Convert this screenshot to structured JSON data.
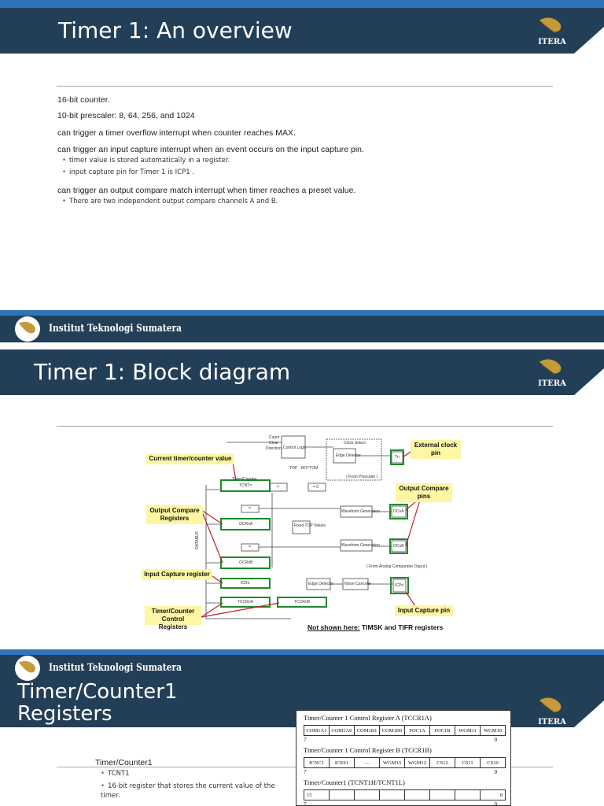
{
  "slide1": {
    "title": "Timer 1: An overview",
    "logo_text": "ITERA",
    "items": [
      "16-bit counter.",
      "10-bit prescaler: 8, 64, 256, and 1024",
      "can trigger a timer overflow interrupt when counter reaches MAX.",
      "can trigger an input capture interrupt when an event occurs on the input capture pin."
    ],
    "sub_items_a": [
      "timer value is stored automatically in a register.",
      "input capture pin for Timer 1 is ICP1 ."
    ],
    "item5": "can trigger an output compare match interrupt when timer reaches a preset value.",
    "sub_item_b": "There are two independent output compare channels A and B."
  },
  "footer": {
    "text": "Institut Teknologi Sumatera"
  },
  "slide2": {
    "title": "Timer 1: Block diagram",
    "logo_text": "ITERA",
    "callouts": {
      "current": "Current timer/counter value",
      "ext_clock": "External clock pin",
      "oc_registers": "Output Compare Registers",
      "oc_pins": "Output Compare pins",
      "ic_register": "Input Capture register",
      "ic_pin": "Input Capture pin",
      "tc_control": "Timer/Counter Control Registers"
    },
    "note_underlined": "Not shown here:",
    "note_rest": " TIMSK and TIFR registers",
    "diagram_labels": {
      "count": "Count",
      "clear": "Clear",
      "direction": "Direction",
      "control_logic": "Control Logic",
      "top": "TOP",
      "bottom": "BOTTOM",
      "tcnt": "TCNTn",
      "ocra": "OCRnA",
      "ocrb": "OCRnB",
      "icr": "ICRn",
      "tccra": "TCCRnA",
      "tccrb": "TCCRnB",
      "databus": "DATABUS",
      "waveform": "Waveform Generation",
      "edge": "Edge Detector",
      "noise": "Noise Canceler",
      "fixed_top": "Fixed TOP Values",
      "from_prescaler": "( From Prescaler )",
      "clock_select": "Clock Select",
      "tn": "Tn",
      "ocna": "OCnA",
      "ocnb": "OCnB",
      "icpn": "ICPn",
      "eq": "=",
      "eq0": "= 0",
      "timer_counter": "Timer/Counter",
      "from_analog": "( From Analog Comparator Ouput )"
    }
  },
  "slide3": {
    "title_line1": "Timer/Counter1",
    "title_line2": "Registers",
    "logo_text": "ITERA",
    "section": "Timer/Counter1",
    "bullets": [
      "TCNT1",
      "16-bit register that stores the current value of the timer."
    ],
    "register_a_caption": "Timer/Counter 1 Control Register A (TCCR1A)",
    "register_a_bits": [
      "COM1A1",
      "COM1A0",
      "COM1B1",
      "COM1B0",
      "FOC1A",
      "FOC1B",
      "WGM11",
      "WGM10"
    ],
    "register_b_caption": "Timer/Counter 1 Control Register B (TCCR1B)",
    "register_b_bits": [
      "ICNC1",
      "ICES1",
      "—",
      "WGM13",
      "WGM12",
      "CS12",
      "CS11",
      "CS10"
    ],
    "register_c_caption": "Timer/Counter1 (TCNT1H/TCNT1L)",
    "bit_high": "7",
    "bit_low": "0",
    "bit_15": "15",
    "bit_8": "8"
  }
}
